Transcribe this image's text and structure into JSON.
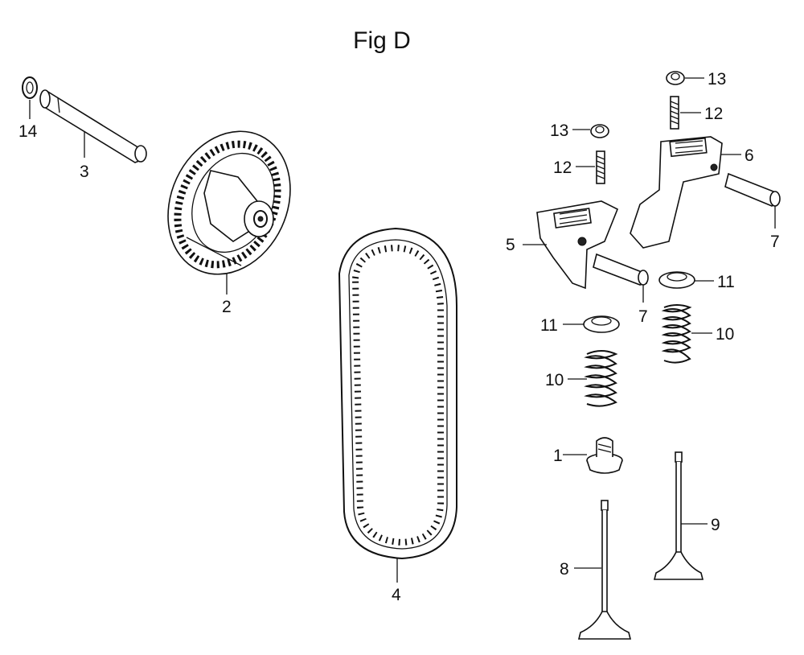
{
  "figure": {
    "title": "Fig D",
    "callouts": {
      "c14": "14",
      "c3": "3",
      "c2": "2",
      "c4": "4",
      "c5": "5",
      "c7a": "7",
      "c7b": "7",
      "c6": "6",
      "c13a": "13",
      "c13b": "13",
      "c12a": "12",
      "c12b": "12",
      "c11a": "11",
      "c11b": "11",
      "c10a": "10",
      "c10b": "10",
      "c1": "1",
      "c8": "8",
      "c9": "9"
    }
  }
}
